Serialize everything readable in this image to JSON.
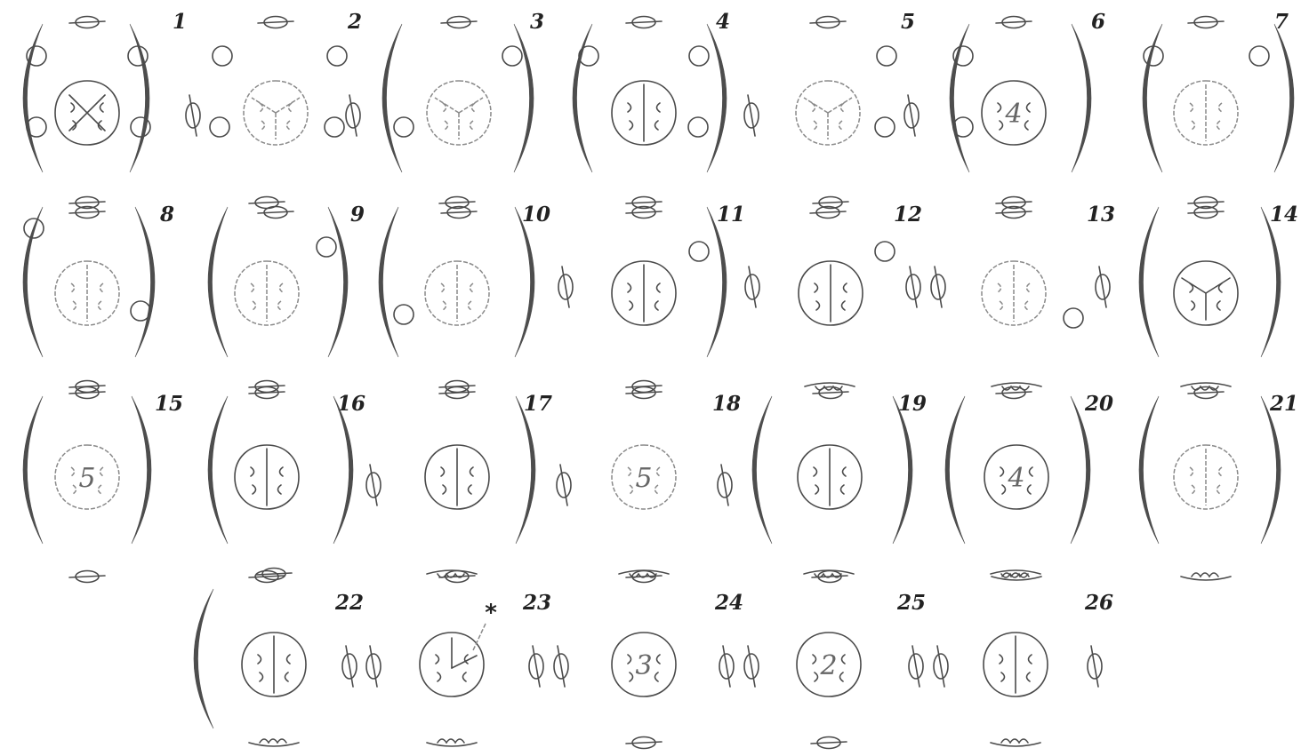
{
  "figure": {
    "diagrams": [
      {
        "label": "1"
      },
      {
        "label": "2"
      },
      {
        "label": "3"
      },
      {
        "label": "4"
      },
      {
        "label": "5"
      },
      {
        "label": "6",
        "center_number": "4"
      },
      {
        "label": "7"
      },
      {
        "label": "8"
      },
      {
        "label": "9"
      },
      {
        "label": "10"
      },
      {
        "label": "11"
      },
      {
        "label": "12"
      },
      {
        "label": "13"
      },
      {
        "label": "14"
      },
      {
        "label": "15",
        "center_number": "5"
      },
      {
        "label": "16"
      },
      {
        "label": "17"
      },
      {
        "label": "18",
        "center_number": "5"
      },
      {
        "label": "19"
      },
      {
        "label": "20",
        "center_number": "4"
      },
      {
        "label": "21"
      },
      {
        "label": "22"
      },
      {
        "label": "23",
        "marker": "*"
      },
      {
        "label": "24",
        "center_number": "3"
      },
      {
        "label": "25",
        "center_number": "2"
      },
      {
        "label": "26"
      }
    ]
  }
}
